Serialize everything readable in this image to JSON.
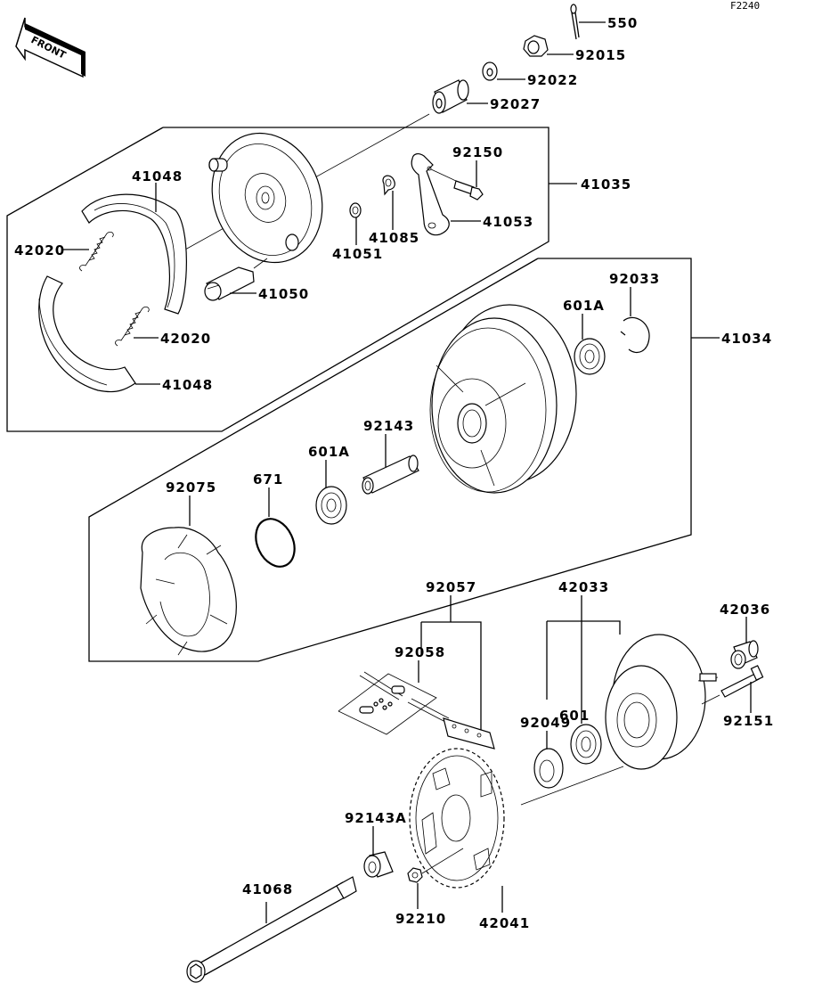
{
  "diagram": {
    "figure_code": "F2240",
    "front_label": "FRONT",
    "parts": {
      "p550": "550",
      "p92015": "92015",
      "p92022": "92022",
      "p92027": "92027",
      "p41048a": "41048",
      "p42020a": "42020",
      "p42020b": "42020",
      "p41048b": "41048",
      "p41050": "41050",
      "p41051": "41051",
      "p41085": "41085",
      "p92150": "92150",
      "p41053": "41053",
      "p41035": "41035",
      "p92033": "92033",
      "p601Aa": "601A",
      "p41034": "41034",
      "p92143": "92143",
      "p601Ab": "601A",
      "p671": "671",
      "p92075": "92075",
      "p92057": "92057",
      "p92058": "92058",
      "p42033": "42033",
      "p42036": "42036",
      "p92049": "92049",
      "p601": "601",
      "p92151": "92151",
      "p92143A": "92143A",
      "p41068": "41068",
      "p92210": "92210",
      "p42041": "42041"
    }
  }
}
